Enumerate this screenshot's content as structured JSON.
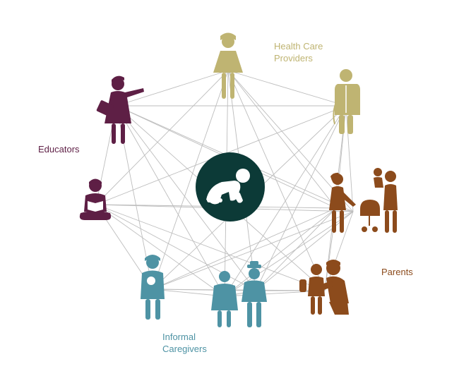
{
  "colors": {
    "health_care": "#bfb472",
    "educators": "#5e1f45",
    "parents": "#8c4b1c",
    "informal": "#4e93a4",
    "center": "#0c3a37",
    "edges": "#bdbdbd"
  },
  "labels": {
    "health_care": [
      "Health Care",
      "Providers"
    ],
    "educators": [
      "Educators"
    ],
    "parents": [
      "Parents"
    ],
    "informal": [
      "Informal",
      "Caregivers"
    ]
  },
  "nodes": [
    {
      "id": "doctor-female",
      "group": "health_care",
      "icon": "female-doctor-icon"
    },
    {
      "id": "doctor-male",
      "group": "health_care",
      "icon": "male-doctor-icon"
    },
    {
      "id": "parent-stroller",
      "group": "parents",
      "icon": "parent-with-stroller-icon"
    },
    {
      "id": "parent-hug",
      "group": "parents",
      "icon": "parent-hugging-child-icon"
    },
    {
      "id": "grandparents",
      "group": "informal",
      "icon": "grandparents-icon"
    },
    {
      "id": "caregiver-baby",
      "group": "informal",
      "icon": "caregiver-holding-baby-icon"
    },
    {
      "id": "reader",
      "group": "educators",
      "icon": "reading-educator-icon"
    },
    {
      "id": "teacher",
      "group": "educators",
      "icon": "pointing-teacher-icon"
    }
  ],
  "center": {
    "icon": "crawling-baby-icon"
  }
}
